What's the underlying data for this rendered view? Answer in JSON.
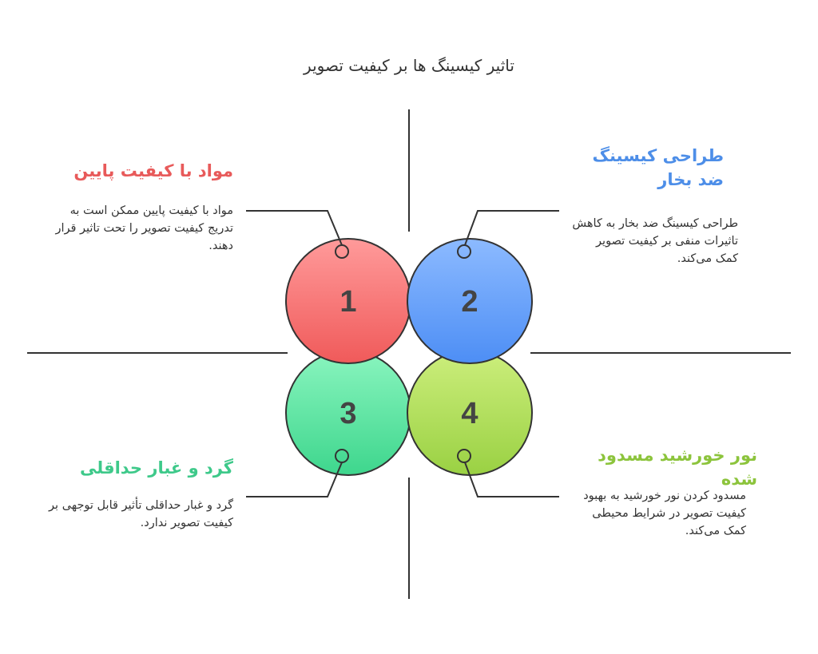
{
  "title": "تاثیر کیسینگ ها بر کیفیت تصویر",
  "colors": {
    "red": "#e85a5a",
    "blue": "#4d8ee8",
    "green": "#3ec98a",
    "lime": "#8cc43c",
    "line": "#333333"
  },
  "items": [
    {
      "number": "1",
      "heading": "مواد با کیفیت پایین",
      "description": "مواد با کیفیت پایین ممکن است به تدریج کیفیت تصویر را تحت تاثیر قرار دهند."
    },
    {
      "number": "2",
      "heading": "طراحی کیسینگ ضد بخار",
      "description": "طراحی کیسینگ ضد بخار به کاهش تاثیرات منفی بر کیفیت تصویر کمک می‌کند."
    },
    {
      "number": "3",
      "heading": "گرد و غبار حداقلی",
      "description": "گرد و غبار حداقلی تأثیر قابل توجهی بر کیفیت تصویر ندارد."
    },
    {
      "number": "4",
      "heading": "نور خورشید مسدود شده",
      "description": "مسدود کردن نور خورشید به بهبود کیفیت تصویر در شرایط محیطی کمک می‌کند."
    }
  ]
}
